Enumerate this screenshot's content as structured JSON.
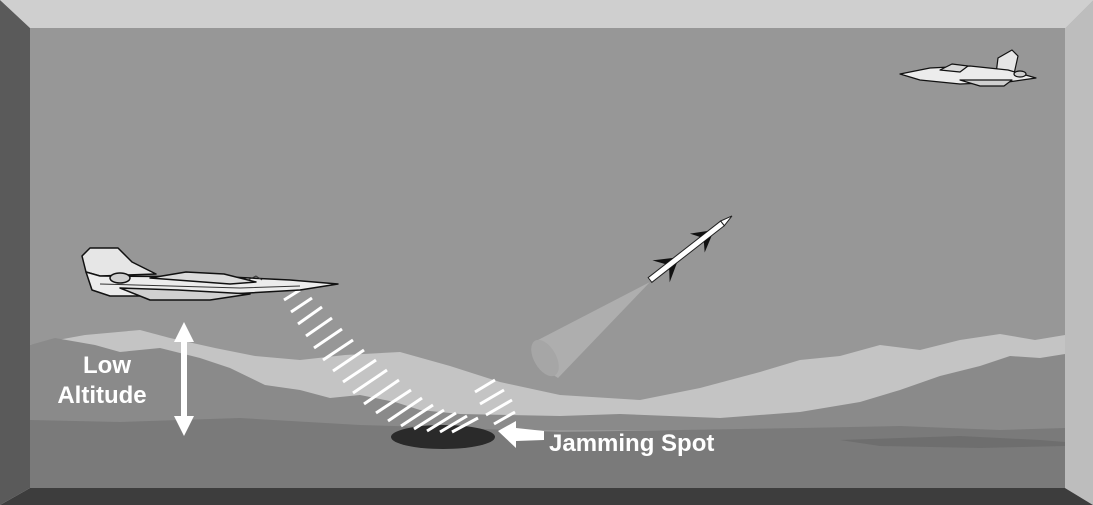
{
  "labels": {
    "low": "Low",
    "altitude": "Altitude",
    "jamming_spot": "Jamming Spot"
  },
  "colors": {
    "sky": "#979797",
    "bevel_top": "#cfcfcf",
    "bevel_left": "#5a5a5a",
    "bevel_right": "#bdbdbd",
    "bevel_bottom": "#3d3d3d",
    "far_mountains": "#c4c4c4",
    "mid_mountains": "#8a8a8a",
    "near_ground": "#7a7a7a",
    "jamming_spot": "#2a2a2a",
    "label_text": "#ffffff"
  },
  "icons": [
    "low-flying-jet-icon",
    "high-altitude-jet-icon",
    "missile-icon"
  ]
}
